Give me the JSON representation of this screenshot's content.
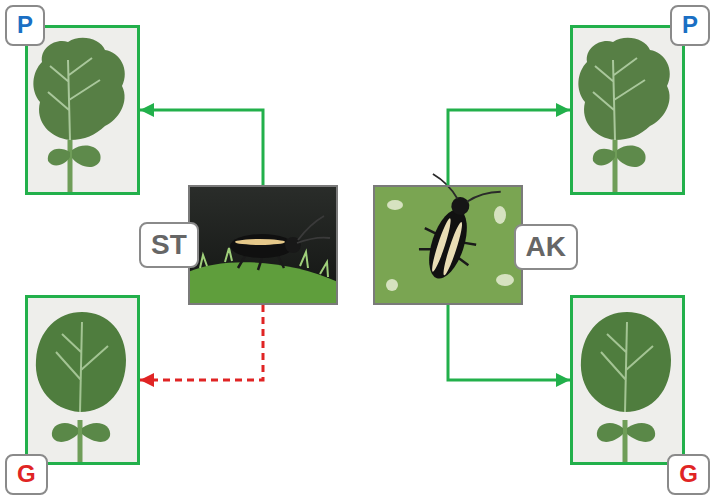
{
  "diagram": {
    "nodes": [
      {
        "text": [
          "P"
        ]
      },
      {
        "text": [
          "P"
        ]
      },
      {
        "text": [
          "ST"
        ]
      },
      {
        "text": [
          "AK"
        ]
      },
      {
        "text": [
          "G"
        ]
      },
      {
        "text": [
          "G"
        ]
      }
    ],
    "edges": [
      {
        "from": 2,
        "to": 0,
        "arrow": "to"
      },
      {
        "from": 2,
        "to": 4,
        "arrow": "to"
      },
      {
        "from": 3,
        "to": 1,
        "arrow": "to"
      },
      {
        "from": 3,
        "to": 5,
        "arrow": "to"
      }
    ]
  }
}
